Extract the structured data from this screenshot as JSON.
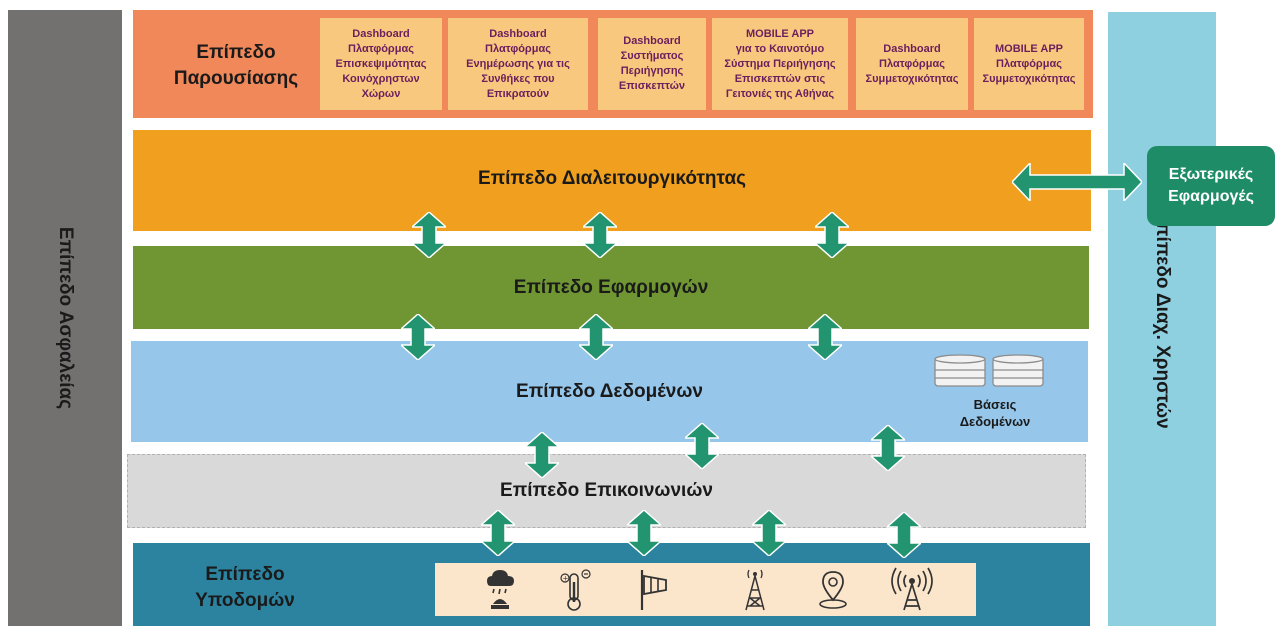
{
  "security_layer": "Επίπεδο Ασφαλείας",
  "user_layer": "Επίπεδο Διαχ. Χρηστών",
  "presentation": {
    "label_line1": "Επίπεδο",
    "label_line2": "Παρουσίασης",
    "boxes": [
      {
        "lines": [
          "Dashboard",
          "Πλατφόρμας",
          "Επισκεψιμότητας",
          "Κοινόχρηστων",
          "Χώρων"
        ]
      },
      {
        "lines": [
          "Dashboard",
          "Πλατφόρμας",
          "Ενημέρωσης για τις",
          "Συνθήκες που",
          "Επικρατούν"
        ]
      },
      {
        "lines": [
          "Dashboard",
          "Συστήματος",
          "Περιήγησης",
          "Επισκεπτών"
        ]
      },
      {
        "lines": [
          "MOBILE APP",
          "για το Καινοτόμο",
          "Σύστημα Περιήγησης",
          "Επισκεπτών στις",
          "Γειτονιές της Αθήνας"
        ]
      },
      {
        "lines": [
          "Dashboard",
          "Πλατφόρμας",
          "Συμμετοχικότητας"
        ]
      },
      {
        "lines": [
          "MOBILE APP",
          "Πλατφόρμας",
          "Συμμετοχικότητας"
        ]
      }
    ]
  },
  "interoperability_layer": "Επίπεδο Διαλειτουργικότητας",
  "applications_layer": "Επίπεδο Εφαρμογών",
  "data_layer": "Επίπεδο Δεδομένων",
  "databases": {
    "line1": "Βάσεις",
    "line2": "Δεδομένων"
  },
  "communications_layer": "Επίπεδο Επικοινωνιών",
  "infrastructure": {
    "label_line1": "Επίπεδο",
    "label_line2": "Υποδομών",
    "icons": [
      "weather-station-icon",
      "thermometer-icon",
      "windsock-icon",
      "cell-tower-icon",
      "location-pin-icon",
      "antenna-signal-icon"
    ]
  },
  "external_apps": {
    "line1": "Εξωτερικές",
    "line2": "Εφαρμογές"
  },
  "colors": {
    "security": "#737070",
    "user_mgmt": "#8ecfe0",
    "presentation": "#f0885a",
    "presentation_box": "#f9c87f",
    "interoperability": "#f0a01e",
    "applications": "#6f9632",
    "data": "#96c6ea",
    "communications": "#d9d9d9",
    "infrastructure": "#2b83a0",
    "arrow": "#22946f",
    "external": "#1f8c68"
  }
}
